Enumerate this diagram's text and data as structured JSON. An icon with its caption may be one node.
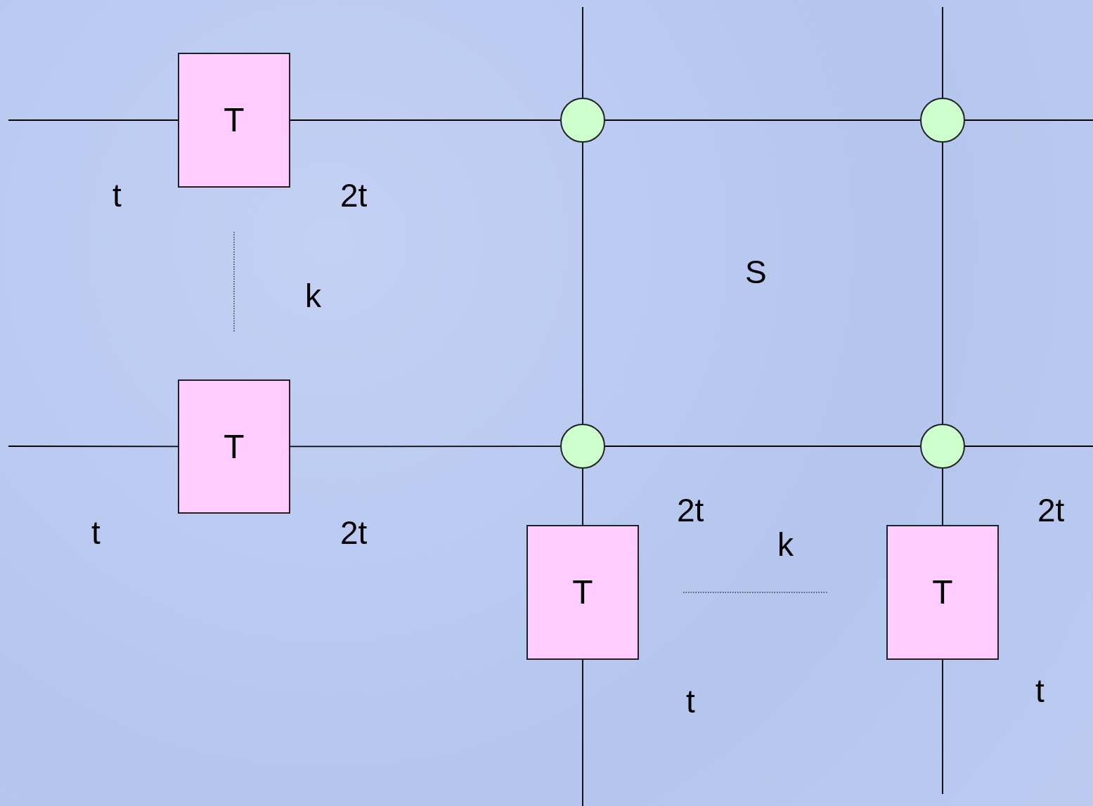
{
  "diagram": {
    "nodes": [
      {
        "text": [
          "T"
        ],
        "beside": [
          "t",
          "2t"
        ]
      },
      {
        "text": [
          "T"
        ],
        "beside": [
          "t",
          "2t"
        ]
      },
      {
        "text": [
          "T"
        ],
        "beside": [
          "2t",
          "t"
        ]
      },
      {
        "text": [
          "T"
        ],
        "beside": [
          "2t",
          "t"
        ]
      },
      {
        "text": [],
        "shape": "circle"
      },
      {
        "text": [],
        "shape": "circle"
      },
      {
        "text": [],
        "shape": "circle"
      },
      {
        "text": [],
        "shape": "circle"
      }
    ],
    "edges": [
      {
        "from": null,
        "to": 0,
        "arrow": "none"
      },
      {
        "from": 0,
        "to": 4,
        "arrow": "none"
      },
      {
        "from": 4,
        "to": 5,
        "arrow": "none"
      },
      {
        "from": 5,
        "to": null,
        "arrow": "none"
      },
      {
        "from": null,
        "to": 4,
        "arrow": "none"
      },
      {
        "from": 4,
        "to": 6,
        "arrow": "none"
      },
      {
        "from": null,
        "to": 5,
        "arrow": "none"
      },
      {
        "from": 5,
        "to": 7,
        "arrow": "none"
      },
      {
        "from": null,
        "to": 1,
        "arrow": "none"
      },
      {
        "from": 1,
        "to": 6,
        "arrow": "none"
      },
      {
        "from": 6,
        "to": 7,
        "arrow": "none"
      },
      {
        "from": 7,
        "to": null,
        "arrow": "none"
      },
      {
        "from": 6,
        "to": 2,
        "arrow": "none"
      },
      {
        "from": 2,
        "to": null,
        "arrow": "none"
      },
      {
        "from": 7,
        "to": 3,
        "arrow": "none"
      },
      {
        "from": 3,
        "to": null,
        "arrow": "none"
      }
    ],
    "labels": [
      "k",
      "S",
      "k"
    ]
  }
}
